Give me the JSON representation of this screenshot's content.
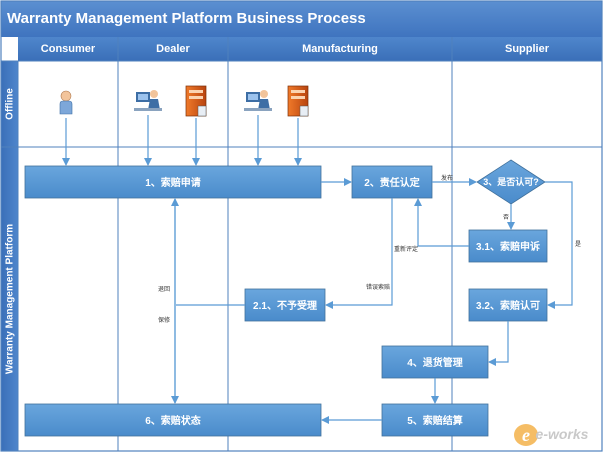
{
  "title": "Warranty Management Platform Business Process",
  "lanes": [
    "Consumer",
    "Dealer",
    "Manufacturing",
    "Supplier"
  ],
  "rows": [
    "Offline",
    "Warranty Management Platform"
  ],
  "nodes": {
    "claim_apply": "1、索赔申请",
    "responsibility": "2、责任认定",
    "not_accept": "2.1、不予受理",
    "approve_q": "3、是否认可?",
    "claim_appeal": "3.1、索赔申诉",
    "claim_approve": "3.2、索赔认可",
    "return_mgmt": "4、退货管理",
    "settlement": "5、索赔结算",
    "claim_status": "6、索赔状态"
  },
  "edge_labels": {
    "publish": "发布",
    "no": "否",
    "yes": "是",
    "reassess": "重新评定",
    "wrong_claim": "错误索赔",
    "return_back": "退回",
    "feedback": "保修"
  },
  "watermark": "e-works",
  "colors": {
    "title": "#3f74bf",
    "box": "#5b9bd5",
    "box_border": "#41719c",
    "line": "#5b9bd5",
    "grid": "#4f81bd"
  }
}
